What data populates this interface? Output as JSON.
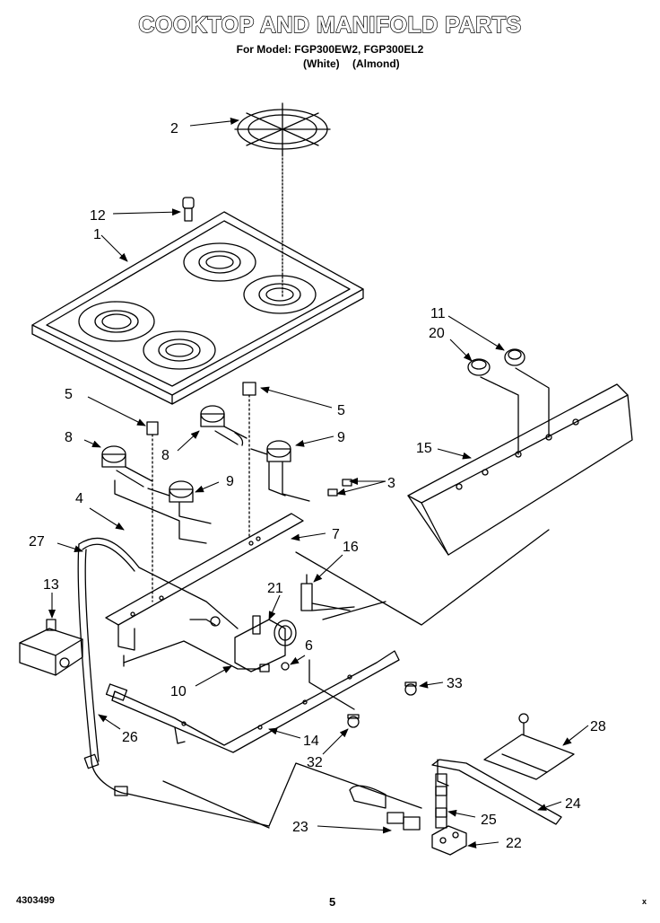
{
  "header": {
    "title": "COOKTOP AND MANIFOLD PARTS",
    "model_line": "For Model: FGP300EW2, FGP300EL2",
    "color_white": "(White)",
    "color_almond": "(Almond)"
  },
  "callouts": {
    "p1": "1",
    "p2": "2",
    "p3": "3",
    "p4": "4",
    "p5a": "5",
    "p5b": "5",
    "p6": "6",
    "p7": "7",
    "p8a": "8",
    "p8b": "8",
    "p9a": "9",
    "p9b": "9",
    "p10": "10",
    "p11": "11",
    "p12": "12",
    "p13": "13",
    "p14": "14",
    "p15": "15",
    "p16": "16",
    "p20": "20",
    "p21": "21",
    "p22": "22",
    "p23": "23",
    "p24": "24",
    "p25": "25",
    "p26": "26",
    "p27": "27",
    "p28": "28",
    "p32": "32",
    "p33": "33"
  },
  "footer": {
    "doc_number": "4303499",
    "page_number": "5",
    "mark": "x"
  }
}
